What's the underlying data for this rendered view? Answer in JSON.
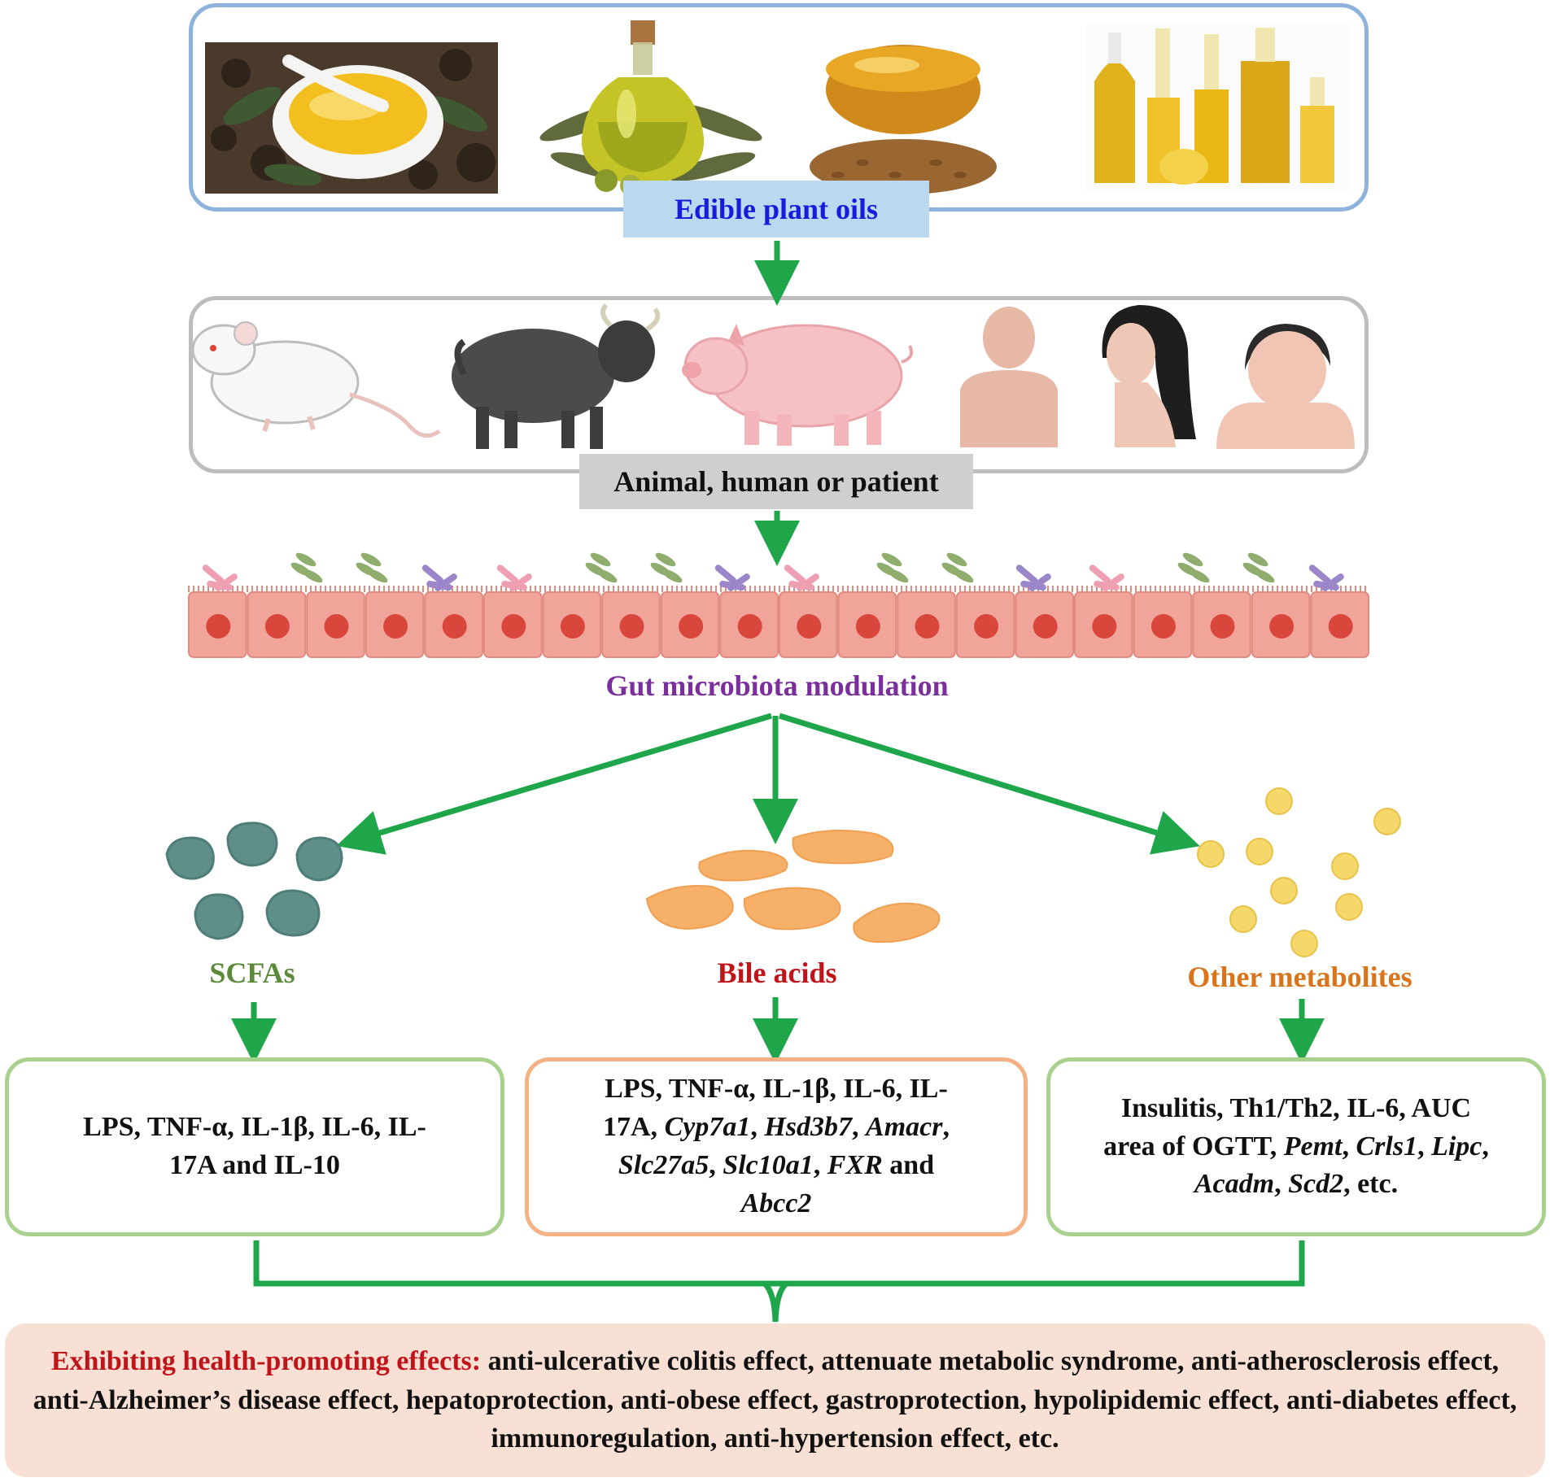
{
  "stages": {
    "oils": {
      "label": "Edible plant oils",
      "label_color": "#1a1adb",
      "box_color": "#bcd8ef",
      "border_color": "#8db3dc"
    },
    "subjects": {
      "label": "Animal, human or patient",
      "box_color": "#cfcfcf",
      "border_color": "#bdbdbd"
    },
    "gut": {
      "label": "Gut microbiota modulation",
      "label_color": "#7a2f9c"
    }
  },
  "metabolites": [
    {
      "label": "SCFAs",
      "color": "#5d8a3a",
      "icon": "scfa-clusters-icon"
    },
    {
      "label": "Bile acids",
      "color": "#c0141b",
      "icon": "bile-acid-blobs-icon"
    },
    {
      "label": "Other metabolites",
      "color": "#d9741a",
      "icon": "yellow-dots-icon"
    }
  ],
  "effects": {
    "scfa": {
      "line1": "LPS, TNF-α, IL-1β, IL-6, IL-",
      "line2": "17A and IL-10",
      "border": "#a9d18e"
    },
    "bile": {
      "line1": "LPS, TNF-α, IL-1β, IL-6, IL-",
      "line2_prefix": "17A, ",
      "gene1": "Cyp7a1",
      "sep1": ", ",
      "gene2": "Hsd3b7",
      "sep2": ", ",
      "gene3": "Amacr",
      "sep3": ",",
      "gene4": "Slc27a5",
      "sep4": ", ",
      "gene5": "Slc10a1",
      "sep5": ", ",
      "gene6": "FXR",
      "and_text": " and",
      "gene7": "Abcc2",
      "border": "#f4b183"
    },
    "other": {
      "line1": "Insulitis, Th1/Th2, IL-6, AUC",
      "line2_prefix": "area of OGTT, ",
      "gene1": "Pemt",
      "sep1": ", ",
      "gene2": "Crls1",
      "sep2": ", ",
      "gene3": "Lipc",
      "sep3": ",",
      "gene4": "Acadm",
      "sep4": ", ",
      "gene5": "Scd2",
      "tail": ", etc.",
      "border": "#a9d18e"
    }
  },
  "summary": {
    "heading": "Exhibiting health-promoting effects:",
    "heading_color": "#c0141b",
    "text": " anti-ulcerative colitis effect, attenuate metabolic syndrome, anti-atherosclerosis effect, anti-Alzheimer’s disease effect, hepatoprotection, anti-obese effect, gastroprotection, hypolipidemic effect, anti-diabetes effect, immunoregulation, anti-hypertension effect, etc."
  },
  "icons": {
    "oils": [
      "camellia-oil-bowl-icon",
      "olive-oil-jar-icon",
      "flaxseed-oil-bowl-icon",
      "oil-bottles-icon"
    ],
    "subjects": [
      "rat-icon",
      "bull-icon",
      "pig-icon",
      "human-icon",
      "woman-icon",
      "obese-patient-icon"
    ]
  },
  "colors": {
    "arrow": "#1fa64a",
    "cell": "#f0a49a",
    "nucleus": "#d9473c"
  }
}
